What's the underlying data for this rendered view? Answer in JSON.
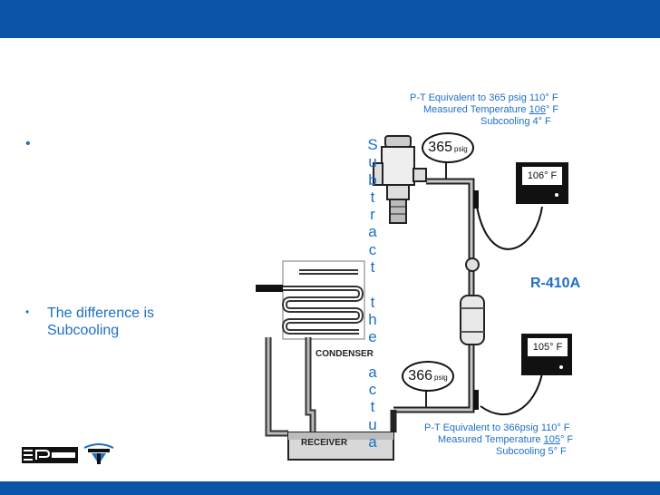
{
  "left": {
    "bullet1": "•",
    "bullet2": "•",
    "difference_line1": "The difference is",
    "difference_line2": "Subcooling"
  },
  "vertical_text": [
    "S",
    "u",
    "b",
    "t",
    "r",
    "a",
    "c",
    "t",
    "",
    "t",
    "h",
    "e",
    "",
    "a",
    "c",
    "t",
    "u",
    "a"
  ],
  "top_info": {
    "line1": "P-T Equivalent to 365 psig 110° F",
    "line2_prefix": "Measured Temperature ",
    "line2_value": "106",
    "line2_suffix": "° F",
    "line3": "Subcooling    4° F"
  },
  "bottom_info": {
    "line1": "P-T Equivalent to 366psig 110° F",
    "line2_prefix": "Measured Temperature ",
    "line2_value": "105",
    "line2_suffix": "° F",
    "line3": "Subcooling    5° F"
  },
  "bubble_top": {
    "value": "365",
    "unit": "psig"
  },
  "bubble_bottom": {
    "value": "366",
    "unit": "psig"
  },
  "gauge_top": "106° F",
  "gauge_bottom": "105° F",
  "refrigerant": "R-410A",
  "labels": {
    "condenser": "CONDENSER",
    "receiver": "RECEIVER"
  },
  "colors": {
    "accent": "#1d6fc7",
    "bar": "#0b55a8"
  }
}
